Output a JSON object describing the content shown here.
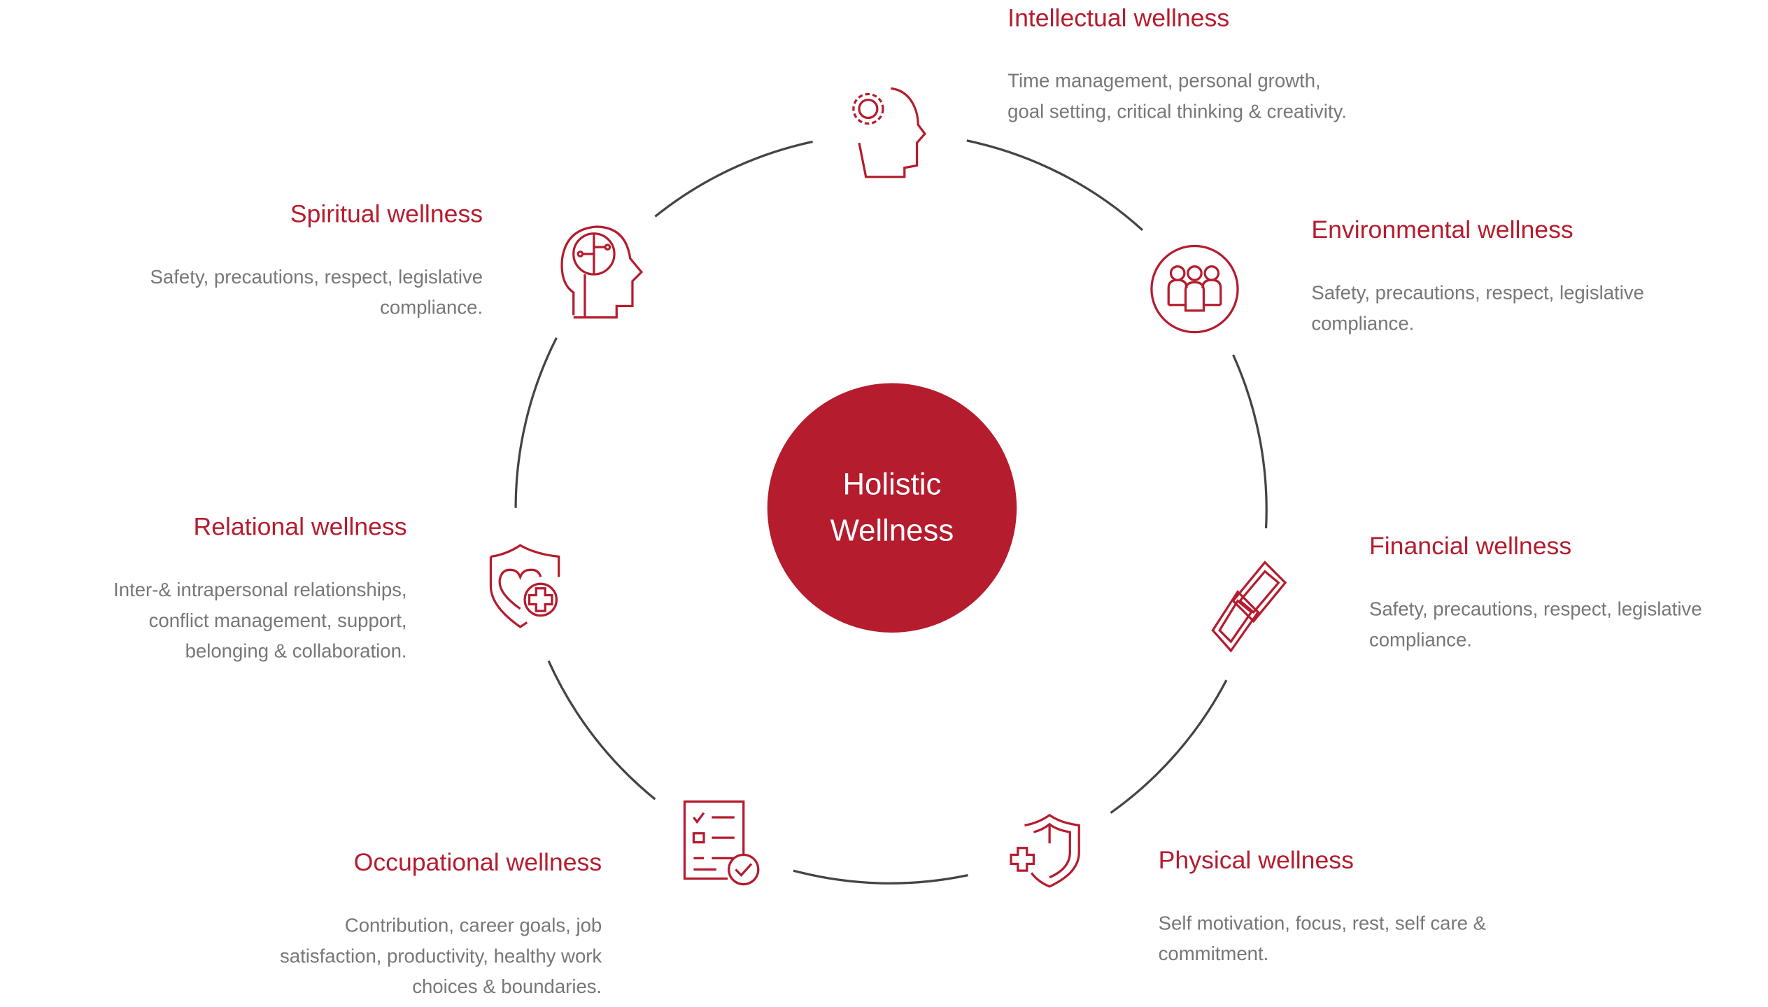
{
  "center": {
    "line1": "Holistic",
    "line2": "Wellness"
  },
  "colors": {
    "accent": "#b51c2e",
    "text": "#777777",
    "ring": "#444444"
  },
  "items": [
    {
      "id": "intellectual",
      "icon": "head-gear-icon",
      "title": "Intellectual wellness",
      "desc": [
        "Time management, personal growth,",
        "goal setting, critical thinking & creativity."
      ]
    },
    {
      "id": "environmental",
      "icon": "group-people-icon",
      "title": "Environmental wellness",
      "desc": [
        "Safety, precautions, respect, legislative",
        "compliance."
      ]
    },
    {
      "id": "financial",
      "icon": "chain-link-icon",
      "title": "Financial wellness",
      "desc": [
        "Safety, precautions, respect, legislative",
        "compliance."
      ]
    },
    {
      "id": "physical",
      "icon": "medical-shield-icon",
      "title": "Physical wellness",
      "desc": [
        "Self motivation, focus, rest, self care &",
        "commitment."
      ]
    },
    {
      "id": "occupational",
      "icon": "checklist-icon",
      "title": "Occupational wellness",
      "desc": [
        "Contribution, career goals, job",
        "satisfaction, productivity, healthy work",
        "choices & boundaries."
      ]
    },
    {
      "id": "relational",
      "icon": "heart-shield-icon",
      "title": "Relational wellness",
      "desc": [
        "Inter-& intrapersonal relationships,",
        "conflict management, support,",
        "belonging & collaboration."
      ]
    },
    {
      "id": "spiritual",
      "icon": "head-mind-icon",
      "title": "Spiritual wellness",
      "desc": [
        "Safety, precautions, respect, legislative",
        "compliance."
      ]
    }
  ]
}
